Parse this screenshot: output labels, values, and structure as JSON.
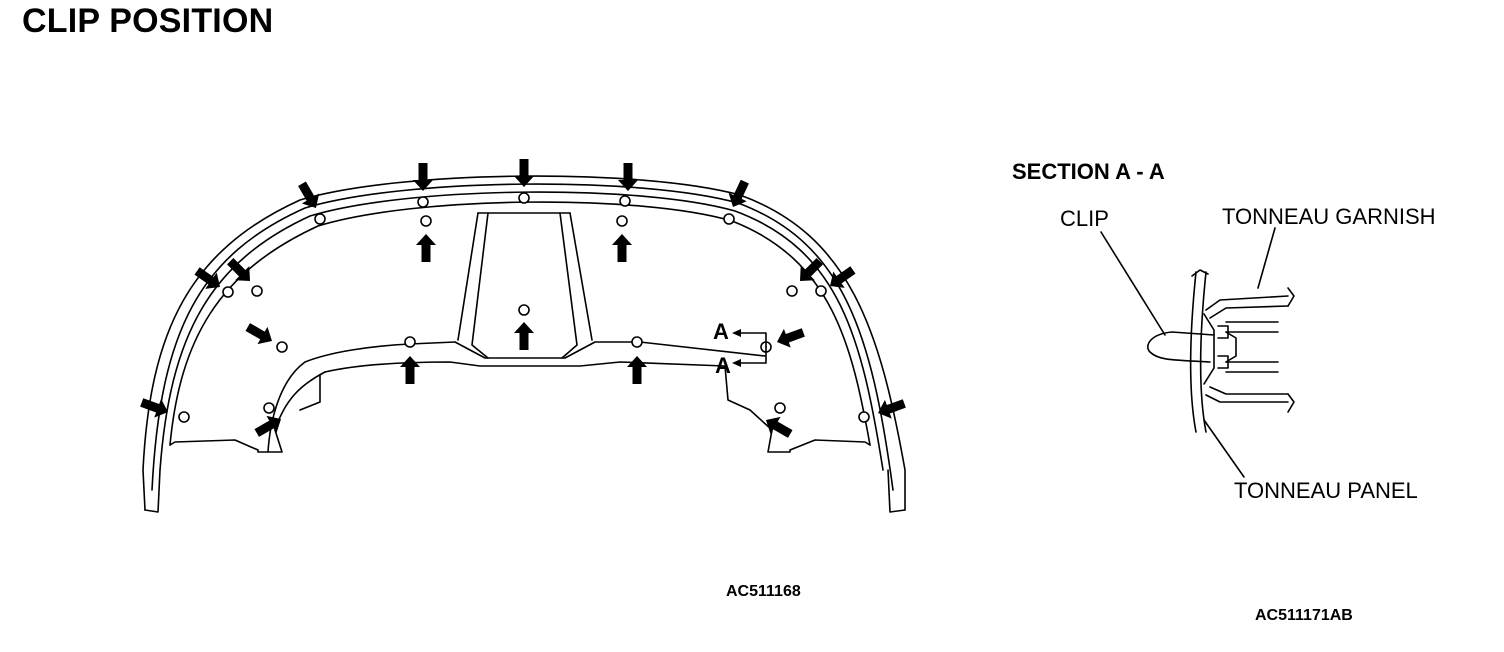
{
  "title": "CLIP POSITION",
  "main_diagram": {
    "section_marker": "A",
    "code": "AC511168"
  },
  "section_view": {
    "title": "SECTION A - A",
    "labels": {
      "clip": "CLIP",
      "garnish": "TONNEAU GARNISH",
      "panel": "TONNEAU PANEL"
    },
    "code": "AC511171AB"
  }
}
